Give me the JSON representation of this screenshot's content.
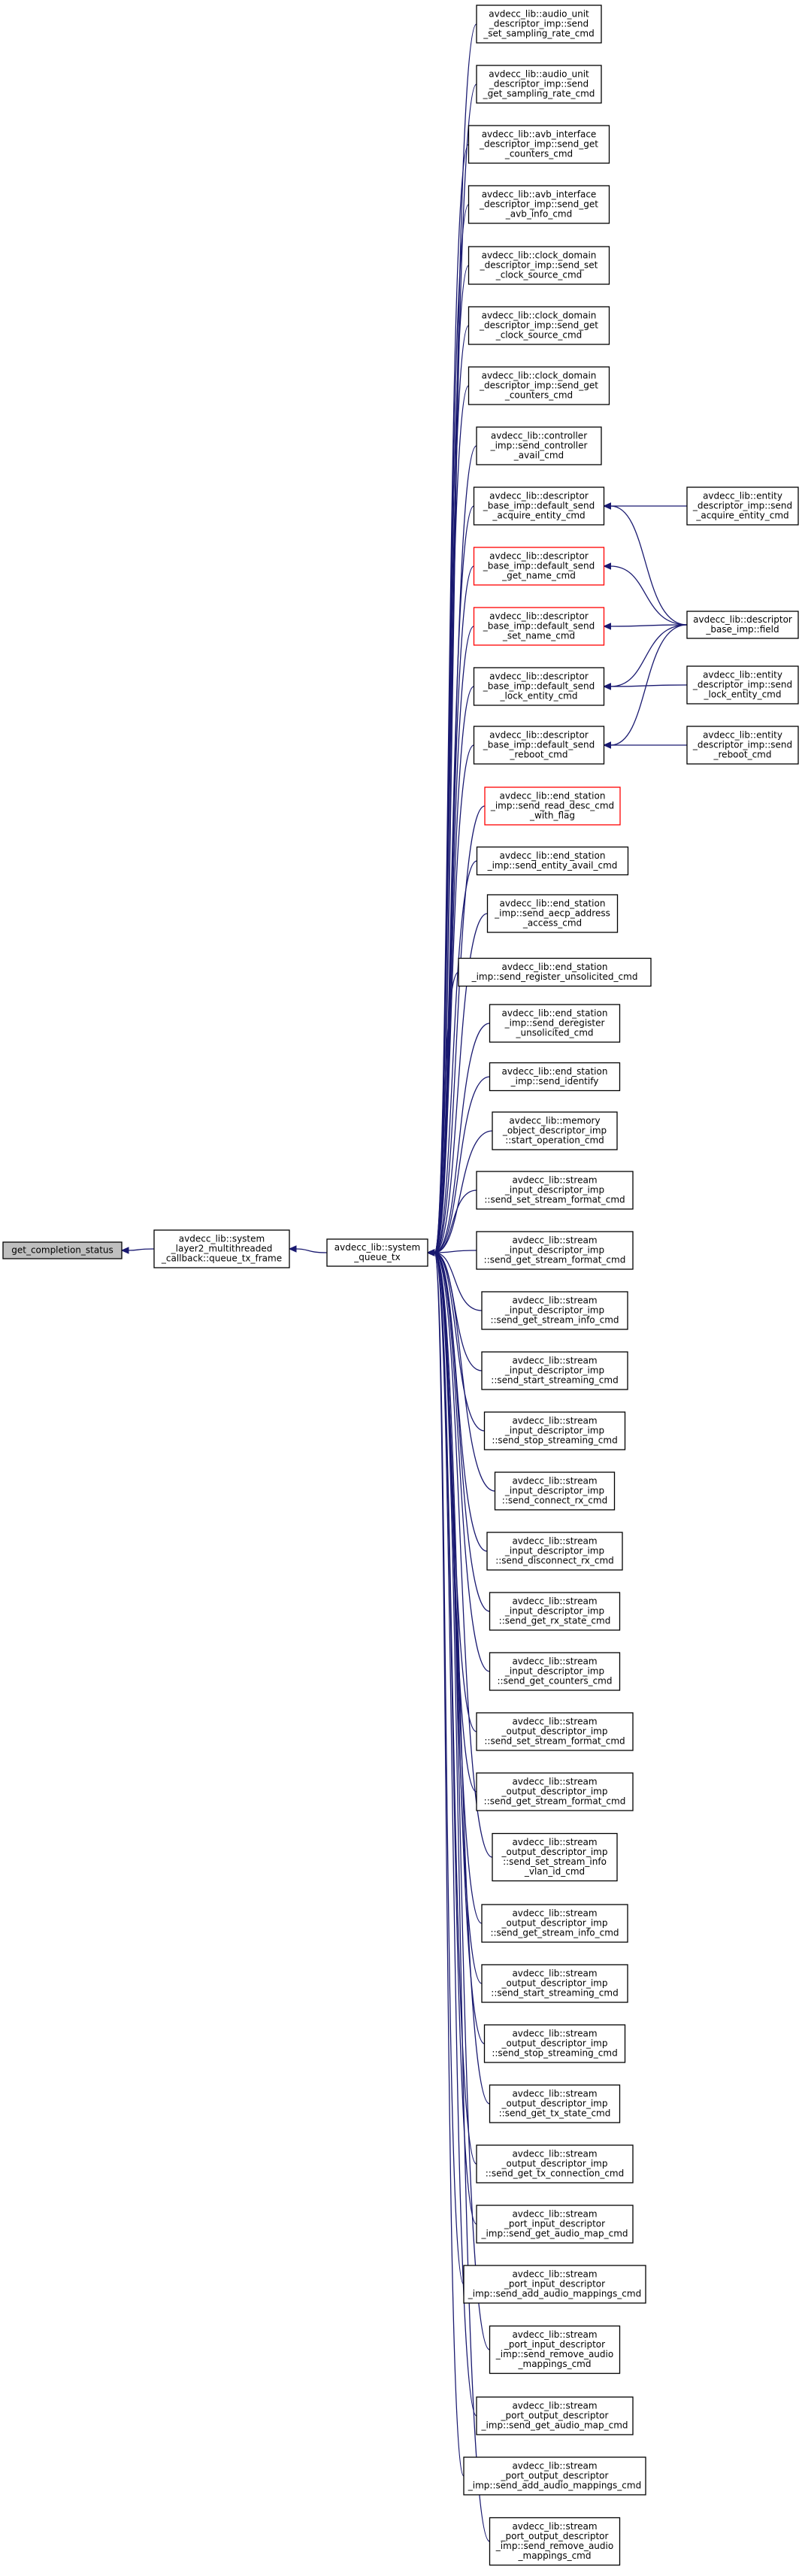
{
  "colors": {
    "edge": "#191970",
    "root_fill": "#bfbfbf",
    "highlight_border": "#ff0000"
  },
  "nodes": [
    {
      "id": "root",
      "lines": [
        "get_completion_status"
      ],
      "style": "root"
    },
    {
      "id": "queue_tx_frame",
      "lines": [
        "avdecc_lib::system",
        "_layer2_multithreaded",
        "_callback::queue_tx_frame"
      ]
    },
    {
      "id": "queue_tx",
      "lines": [
        "avdecc_lib::system",
        "_queue_tx"
      ]
    },
    {
      "id": "c01",
      "lines": [
        "avdecc_lib::audio_unit",
        "_descriptor_imp::send",
        "_set_sampling_rate_cmd"
      ]
    },
    {
      "id": "c02",
      "lines": [
        "avdecc_lib::audio_unit",
        "_descriptor_imp::send",
        "_get_sampling_rate_cmd"
      ]
    },
    {
      "id": "c03",
      "lines": [
        "avdecc_lib::avb_interface",
        "_descriptor_imp::send_get",
        "_counters_cmd"
      ]
    },
    {
      "id": "c04",
      "lines": [
        "avdecc_lib::avb_interface",
        "_descriptor_imp::send_get",
        "_avb_info_cmd"
      ]
    },
    {
      "id": "c05",
      "lines": [
        "avdecc_lib::clock_domain",
        "_descriptor_imp::send_set",
        "_clock_source_cmd"
      ]
    },
    {
      "id": "c06",
      "lines": [
        "avdecc_lib::clock_domain",
        "_descriptor_imp::send_get",
        "_clock_source_cmd"
      ]
    },
    {
      "id": "c07",
      "lines": [
        "avdecc_lib::clock_domain",
        "_descriptor_imp::send_get",
        "_counters_cmd"
      ]
    },
    {
      "id": "c08",
      "lines": [
        "avdecc_lib::controller",
        "_imp::send_controller",
        "_avail_cmd"
      ]
    },
    {
      "id": "c09",
      "lines": [
        "avdecc_lib::descriptor",
        "_base_imp::default_send",
        "_acquire_entity_cmd"
      ]
    },
    {
      "id": "c10",
      "lines": [
        "avdecc_lib::descriptor",
        "_base_imp::default_send",
        "_get_name_cmd"
      ],
      "style": "red"
    },
    {
      "id": "c11",
      "lines": [
        "avdecc_lib::descriptor",
        "_base_imp::default_send",
        "_set_name_cmd"
      ],
      "style": "red"
    },
    {
      "id": "c12",
      "lines": [
        "avdecc_lib::descriptor",
        "_base_imp::default_send",
        "_lock_entity_cmd"
      ]
    },
    {
      "id": "c13",
      "lines": [
        "avdecc_lib::descriptor",
        "_base_imp::default_send",
        "_reboot_cmd"
      ]
    },
    {
      "id": "c14",
      "lines": [
        "avdecc_lib::end_station",
        "_imp::send_read_desc_cmd",
        "_with_flag"
      ],
      "style": "red"
    },
    {
      "id": "c15",
      "lines": [
        "avdecc_lib::end_station",
        "_imp::send_entity_avail_cmd"
      ]
    },
    {
      "id": "c16",
      "lines": [
        "avdecc_lib::end_station",
        "_imp::send_aecp_address",
        "_access_cmd"
      ]
    },
    {
      "id": "c17",
      "lines": [
        "avdecc_lib::end_station",
        "_imp::send_register_unsolicited_cmd"
      ]
    },
    {
      "id": "c18",
      "lines": [
        "avdecc_lib::end_station",
        "_imp::send_deregister",
        "_unsolicited_cmd"
      ]
    },
    {
      "id": "c19",
      "lines": [
        "avdecc_lib::end_station",
        "_imp::send_identify"
      ]
    },
    {
      "id": "c20",
      "lines": [
        "avdecc_lib::memory",
        "_object_descriptor_imp",
        "::start_operation_cmd"
      ]
    },
    {
      "id": "c21",
      "lines": [
        "avdecc_lib::stream",
        "_input_descriptor_imp",
        "::send_set_stream_format_cmd"
      ]
    },
    {
      "id": "c22",
      "lines": [
        "avdecc_lib::stream",
        "_input_descriptor_imp",
        "::send_get_stream_format_cmd"
      ]
    },
    {
      "id": "c23",
      "lines": [
        "avdecc_lib::stream",
        "_input_descriptor_imp",
        "::send_get_stream_info_cmd"
      ]
    },
    {
      "id": "c24",
      "lines": [
        "avdecc_lib::stream",
        "_input_descriptor_imp",
        "::send_start_streaming_cmd"
      ]
    },
    {
      "id": "c25",
      "lines": [
        "avdecc_lib::stream",
        "_input_descriptor_imp",
        "::send_stop_streaming_cmd"
      ]
    },
    {
      "id": "c26",
      "lines": [
        "avdecc_lib::stream",
        "_input_descriptor_imp",
        "::send_connect_rx_cmd"
      ]
    },
    {
      "id": "c27",
      "lines": [
        "avdecc_lib::stream",
        "_input_descriptor_imp",
        "::send_disconnect_rx_cmd"
      ]
    },
    {
      "id": "c28",
      "lines": [
        "avdecc_lib::stream",
        "_input_descriptor_imp",
        "::send_get_rx_state_cmd"
      ]
    },
    {
      "id": "c29",
      "lines": [
        "avdecc_lib::stream",
        "_input_descriptor_imp",
        "::send_get_counters_cmd"
      ]
    },
    {
      "id": "c30",
      "lines": [
        "avdecc_lib::stream",
        "_output_descriptor_imp",
        "::send_set_stream_format_cmd"
      ]
    },
    {
      "id": "c31",
      "lines": [
        "avdecc_lib::stream",
        "_output_descriptor_imp",
        "::send_get_stream_format_cmd"
      ]
    },
    {
      "id": "c32",
      "lines": [
        "avdecc_lib::stream",
        "_output_descriptor_imp",
        "::send_set_stream_info",
        "_vlan_id_cmd"
      ]
    },
    {
      "id": "c33",
      "lines": [
        "avdecc_lib::stream",
        "_output_descriptor_imp",
        "::send_get_stream_info_cmd"
      ]
    },
    {
      "id": "c34",
      "lines": [
        "avdecc_lib::stream",
        "_output_descriptor_imp",
        "::send_start_streaming_cmd"
      ]
    },
    {
      "id": "c35",
      "lines": [
        "avdecc_lib::stream",
        "_output_descriptor_imp",
        "::send_stop_streaming_cmd"
      ]
    },
    {
      "id": "c36",
      "lines": [
        "avdecc_lib::stream",
        "_output_descriptor_imp",
        "::send_get_tx_state_cmd"
      ]
    },
    {
      "id": "c37",
      "lines": [
        "avdecc_lib::stream",
        "_output_descriptor_imp",
        "::send_get_tx_connection_cmd"
      ]
    },
    {
      "id": "c38",
      "lines": [
        "avdecc_lib::stream",
        "_port_input_descriptor",
        "_imp::send_get_audio_map_cmd"
      ]
    },
    {
      "id": "c39",
      "lines": [
        "avdecc_lib::stream",
        "_port_input_descriptor",
        "_imp::send_add_audio_mappings_cmd"
      ]
    },
    {
      "id": "c40",
      "lines": [
        "avdecc_lib::stream",
        "_port_input_descriptor",
        "_imp::send_remove_audio",
        "_mappings_cmd"
      ]
    },
    {
      "id": "c41",
      "lines": [
        "avdecc_lib::stream",
        "_port_output_descriptor",
        "_imp::send_get_audio_map_cmd"
      ]
    },
    {
      "id": "c42",
      "lines": [
        "avdecc_lib::stream",
        "_port_output_descriptor",
        "_imp::send_add_audio_mappings_cmd"
      ]
    },
    {
      "id": "c43",
      "lines": [
        "avdecc_lib::stream",
        "_port_output_descriptor",
        "_imp::send_remove_audio",
        "_mappings_cmd"
      ]
    },
    {
      "id": "r_acquire",
      "lines": [
        "avdecc_lib::entity",
        "_descriptor_imp::send",
        "_acquire_entity_cmd"
      ]
    },
    {
      "id": "r_field",
      "lines": [
        "avdecc_lib::descriptor",
        "_base_imp::field"
      ]
    },
    {
      "id": "r_lock",
      "lines": [
        "avdecc_lib::entity",
        "_descriptor_imp::send",
        "_lock_entity_cmd"
      ]
    },
    {
      "id": "r_reboot",
      "lines": [
        "avdecc_lib::entity",
        "_descriptor_imp::send",
        "_reboot_cmd"
      ]
    }
  ],
  "edges": [
    {
      "from": "queue_tx_frame",
      "to": "root"
    },
    {
      "from": "queue_tx",
      "to": "queue_tx_frame"
    },
    {
      "from": "c01",
      "to": "queue_tx"
    },
    {
      "from": "c02",
      "to": "queue_tx"
    },
    {
      "from": "c03",
      "to": "queue_tx"
    },
    {
      "from": "c04",
      "to": "queue_tx"
    },
    {
      "from": "c05",
      "to": "queue_tx"
    },
    {
      "from": "c06",
      "to": "queue_tx"
    },
    {
      "from": "c07",
      "to": "queue_tx"
    },
    {
      "from": "c08",
      "to": "queue_tx"
    },
    {
      "from": "c09",
      "to": "queue_tx"
    },
    {
      "from": "c10",
      "to": "queue_tx"
    },
    {
      "from": "c11",
      "to": "queue_tx"
    },
    {
      "from": "c12",
      "to": "queue_tx"
    },
    {
      "from": "c13",
      "to": "queue_tx"
    },
    {
      "from": "c14",
      "to": "queue_tx"
    },
    {
      "from": "c15",
      "to": "queue_tx"
    },
    {
      "from": "c16",
      "to": "queue_tx"
    },
    {
      "from": "c17",
      "to": "queue_tx"
    },
    {
      "from": "c18",
      "to": "queue_tx"
    },
    {
      "from": "c19",
      "to": "queue_tx"
    },
    {
      "from": "c20",
      "to": "queue_tx"
    },
    {
      "from": "c21",
      "to": "queue_tx"
    },
    {
      "from": "c22",
      "to": "queue_tx"
    },
    {
      "from": "c23",
      "to": "queue_tx"
    },
    {
      "from": "c24",
      "to": "queue_tx"
    },
    {
      "from": "c25",
      "to": "queue_tx"
    },
    {
      "from": "c26",
      "to": "queue_tx"
    },
    {
      "from": "c27",
      "to": "queue_tx"
    },
    {
      "from": "c28",
      "to": "queue_tx"
    },
    {
      "from": "c29",
      "to": "queue_tx"
    },
    {
      "from": "c30",
      "to": "queue_tx"
    },
    {
      "from": "c31",
      "to": "queue_tx"
    },
    {
      "from": "c32",
      "to": "queue_tx"
    },
    {
      "from": "c33",
      "to": "queue_tx"
    },
    {
      "from": "c34",
      "to": "queue_tx"
    },
    {
      "from": "c35",
      "to": "queue_tx"
    },
    {
      "from": "c36",
      "to": "queue_tx"
    },
    {
      "from": "c37",
      "to": "queue_tx"
    },
    {
      "from": "c38",
      "to": "queue_tx"
    },
    {
      "from": "c39",
      "to": "queue_tx"
    },
    {
      "from": "c40",
      "to": "queue_tx"
    },
    {
      "from": "c41",
      "to": "queue_tx"
    },
    {
      "from": "c42",
      "to": "queue_tx"
    },
    {
      "from": "c43",
      "to": "queue_tx"
    },
    {
      "from": "r_acquire",
      "to": "c09"
    },
    {
      "from": "r_field",
      "to": "c09"
    },
    {
      "from": "r_field",
      "to": "c10"
    },
    {
      "from": "r_field",
      "to": "c11"
    },
    {
      "from": "r_field",
      "to": "c12"
    },
    {
      "from": "r_field",
      "to": "c13"
    },
    {
      "from": "r_lock",
      "to": "c12"
    },
    {
      "from": "r_reboot",
      "to": "c13"
    }
  ]
}
